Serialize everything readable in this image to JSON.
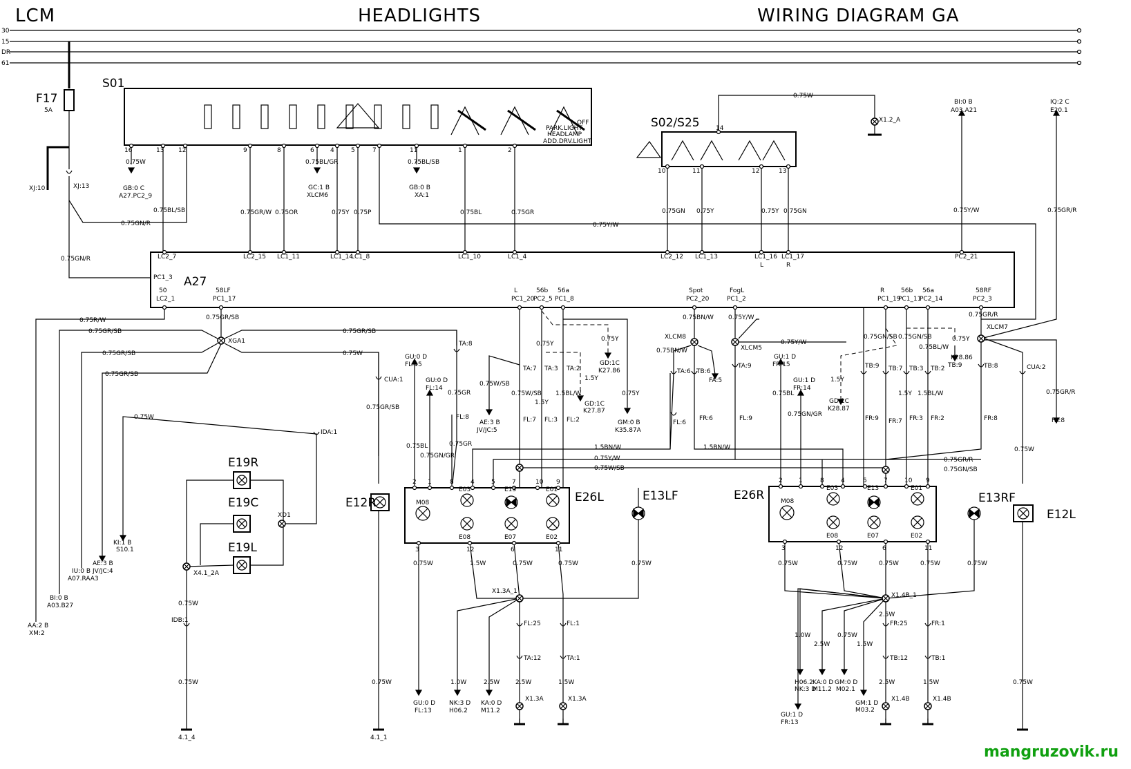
{
  "header": {
    "left": "LCM",
    "center": "HEADLIGHTS",
    "right": "WIRING DIAGRAM GA"
  },
  "watermark": "mangruzovik.ru",
  "rails": [
    "30",
    "15",
    "DR",
    "61"
  ],
  "fuse": {
    "id": "F17",
    "rating": "5A"
  },
  "components": {
    "s01": "S01",
    "s02": "S02/S25",
    "a27": "A27",
    "e26l": "E26L",
    "e26r": "E26R",
    "e12r": "E12R",
    "e12l": "E12L",
    "e13lf": "E13LF",
    "e13rf": "E13RF",
    "e19r": "E19R",
    "e19c": "E19C",
    "e19l": "E19L",
    "m08": "M08"
  },
  "s01_pins": [
    "16",
    "13",
    "12",
    "9",
    "8",
    "6",
    "4",
    "5",
    "7",
    "11",
    "1",
    "2"
  ],
  "s01_wires": [
    "0.75W",
    "0.75BL/SB",
    "0.75GR/W",
    "0.75OR",
    "0.75BL/GR",
    "0.75Y",
    "0.75P",
    "0.75BL/SB",
    "0.75BL",
    "0.75GR",
    "0.75GN/R",
    "0.75Y/W"
  ],
  "s01_labels": [
    "PARK.LIGHT",
    "HEADLAMP",
    "OFF",
    "ADD.DRV.LIGHT"
  ],
  "s01_refs": [
    "GB:0 C",
    "A27.PC2_9",
    "GC:1 B",
    "XLCM6",
    "GB:0 B",
    "XA:1"
  ],
  "a27_top_pins": [
    "LC2_7",
    "LC2_15",
    "LC1_11",
    "LC1_14",
    "LC1_8",
    "LC1_10",
    "LC1_4",
    "LC2_12",
    "LC1_13",
    "LC1_16",
    "LC1_17",
    "PC2_21",
    "PC1_3"
  ],
  "a27_bottom_pins": [
    {
      "fn": "50",
      "pin": "LC2_1"
    },
    {
      "fn": "58LF",
      "pin": "PC1_17"
    },
    {
      "fn": "L",
      "pin": "PC1_20"
    },
    {
      "fn": "56b",
      "pin": "PC2_5"
    },
    {
      "fn": "56a",
      "pin": "PC1_8"
    },
    {
      "fn": "Spot",
      "pin": "PC2_20"
    },
    {
      "fn": "FogL",
      "pin": "PC1_2"
    },
    {
      "fn": "R",
      "pin": "PC1_19"
    },
    {
      "fn": "56b",
      "pin": "PC1_11"
    },
    {
      "fn": "56a",
      "pin": "PC2_14"
    },
    {
      "fn": "58RF",
      "pin": "PC2_3"
    }
  ],
  "s02_pins": [
    "14",
    "10",
    "11",
    "12",
    "13"
  ],
  "s02_wires": [
    "0.75GN",
    "0.75Y",
    "0.75Y",
    "0.75GN",
    "0.75W",
    "0.75Y/W",
    "0.75GR/R"
  ],
  "right_refs": [
    "X1.2_A",
    "BI:0 B",
    "A03.A21",
    "IQ:2 C",
    "E20.1"
  ],
  "left_refs": [
    "XJ:10",
    "XJ:13",
    "AA:2 B",
    "XM:2",
    "BI:0 B",
    "A03.B27",
    "IU:0 B",
    "A07.RAA3",
    "AE:3 B",
    "JV/JC:4",
    "KI:1 B",
    "S10.1",
    "X4.1_2A",
    "IDB:1",
    "4.1_4",
    "IDA:1",
    "XD1",
    "XGA1",
    "4.1_1",
    "CUA:1"
  ],
  "left_wires": [
    "0.75GN/R",
    "0.75R/W",
    "0.75GR/SB",
    "0.75GR/SB",
    "0.75GR/SB",
    "0.75GR/SB",
    "0.75GR/SB",
    "0.75W",
    "0.75W",
    "0.75GR/SB",
    "0.75W"
  ],
  "center_refs": [
    "GU:0 D",
    "FL:15",
    "GU:0 D",
    "FL:14",
    "AE:3 B",
    "JV/JC:5",
    "GD:1C",
    "K27.86",
    "GD:1C",
    "K27.87",
    "GM:0 B",
    "K35.87A",
    "TA:8",
    "TA:7",
    "TA:3",
    "TA:2",
    "FL:8",
    "FL:7",
    "FL:3",
    "FL:2",
    "X1.3A_1",
    "FL:25",
    "FL:1",
    "TA:12",
    "TA:1",
    "X1.3A",
    "X1.3A",
    "GU:0 D",
    "FL:13",
    "NK:3 D",
    "H06.2",
    "KA:0 D",
    "M11.2"
  ],
  "center_wires": [
    "0.75GR",
    "0.75GR",
    "0.75Y",
    "0.75Y",
    "0.75W/SB",
    "1.5Y",
    "1.5BL/W",
    "0.75W/SB",
    "0.75Y",
    "1.5Y",
    "0.75BL",
    "0.75GN/GR",
    "1.5BN/W",
    "0.75Y/W",
    "0.75W/SB",
    "0.75W",
    "1.5W",
    "0.75W",
    "1.5W",
    "0.75W",
    "1.0W",
    "2.5W",
    "2.5W",
    "1.5W"
  ],
  "e26_pins": [
    "2",
    "1",
    "8",
    "4",
    "5",
    "7",
    "10",
    "9",
    "3",
    "12",
    "6",
    "11"
  ],
  "e26_lamps": [
    "E03",
    "E13",
    "E01",
    "E08",
    "E07",
    "E02"
  ],
  "right_side_refs": [
    "XLCM8",
    "XLCM5",
    "XLCM7",
    "TA:6",
    "TB:6",
    "FA:5",
    "TA:9",
    "FL:6",
    "FR:6",
    "FL:9",
    "GU:1 D",
    "FR:15",
    "GU:1 D",
    "FR:14",
    "GD:1C",
    "K28.87",
    "GD:1C",
    "K28.86",
    "TB:9",
    "TB:7",
    "TB:3",
    "TB:2",
    "TB:8",
    "FR:9",
    "FR:7",
    "FR:3",
    "FR:2",
    "FR:8",
    "CUA:2",
    "FA:8",
    "X1.4B_1",
    "FR:25",
    "FR:1",
    "TB:12",
    "TB:1",
    "X1.4B",
    "X1.4B",
    "H06.2",
    "NK:3 D",
    "KA:0 D",
    "M11.2",
    "GM:0 D",
    "M02.1",
    "GM:1 D",
    "M03.2",
    "GU:1 D",
    "FR:13"
  ],
  "right_side_wires": [
    "0.75BN/W",
    "0.75BN/W",
    "0.75Y/W",
    "0.75Y/W",
    "0.75GN/SB",
    "0.75Y",
    "0.75BL/W",
    "0.75GR/R",
    "0.75BL",
    "0.75GN/GR",
    "1.5Y",
    "1.5Y",
    "1.5BL/W",
    "0.75GR/R",
    "0.75GN/SB",
    "0.75GR/R",
    "0.75GR/R",
    "0.75W",
    "1.0W",
    "2.5W",
    "0.75W",
    "1.5W",
    "2.5W",
    "0.75W",
    "1.5W",
    "0.75W"
  ]
}
